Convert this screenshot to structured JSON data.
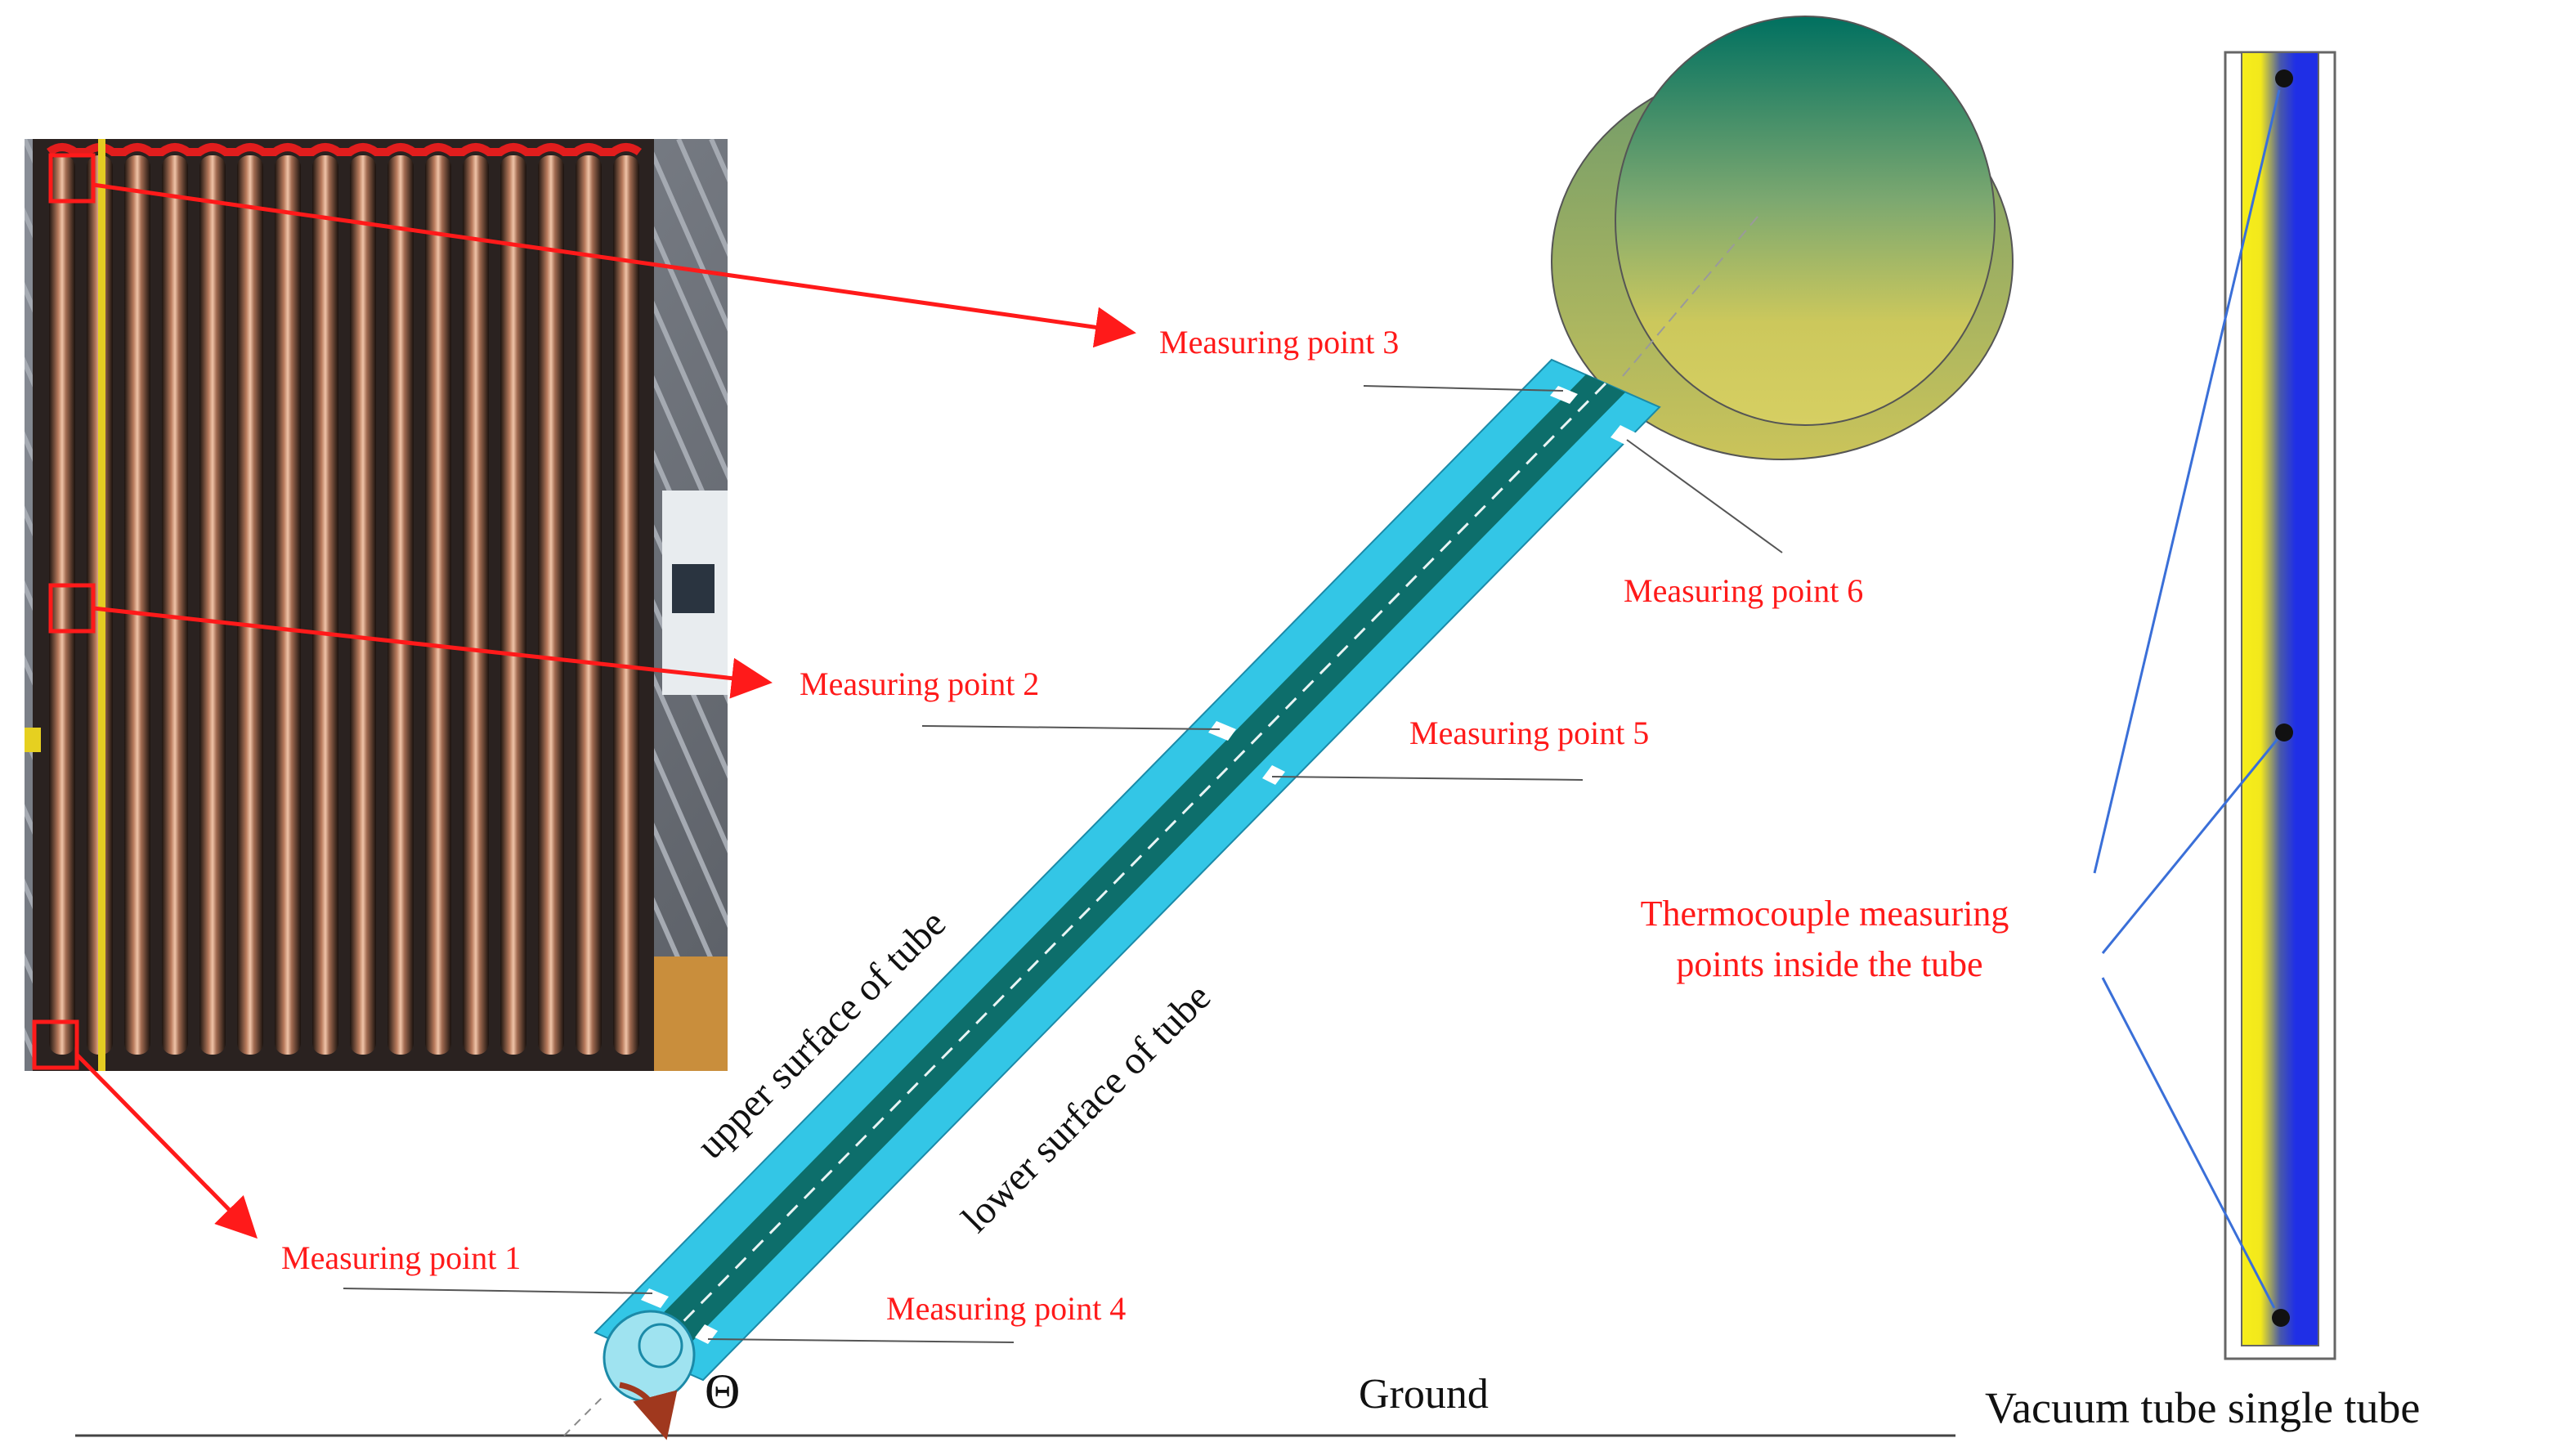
{
  "colors": {
    "annotation_red": "#ff1a1a",
    "leader_gray": "#555555",
    "tube_cyan": "#33c6e6",
    "tube_core": "#0d6e6b",
    "tank_top": "#007060",
    "tank_bottom": "#ccc85c",
    "thermo_line_blue": "#3a6fd8",
    "gradient_yellow": "#f7ee1a",
    "gradient_blue": "#1f2fe6"
  },
  "photo": {
    "icon": "solar-collector-photo"
  },
  "labels": {
    "mp1": "Measuring point 1",
    "mp2": "Measuring point 2",
    "mp3": "Measuring point 3",
    "mp4": "Measuring point 4",
    "mp5": "Measuring point 5",
    "mp6": "Measuring point 6",
    "upper_surface": "upper surface of tube",
    "lower_surface": "lower surface of tube",
    "theta": "Θ",
    "ground": "Ground",
    "thermo_line1": "Thermocouple measuring",
    "thermo_line2": "points inside the tube",
    "single_tube": "Vacuum tube single tube"
  }
}
